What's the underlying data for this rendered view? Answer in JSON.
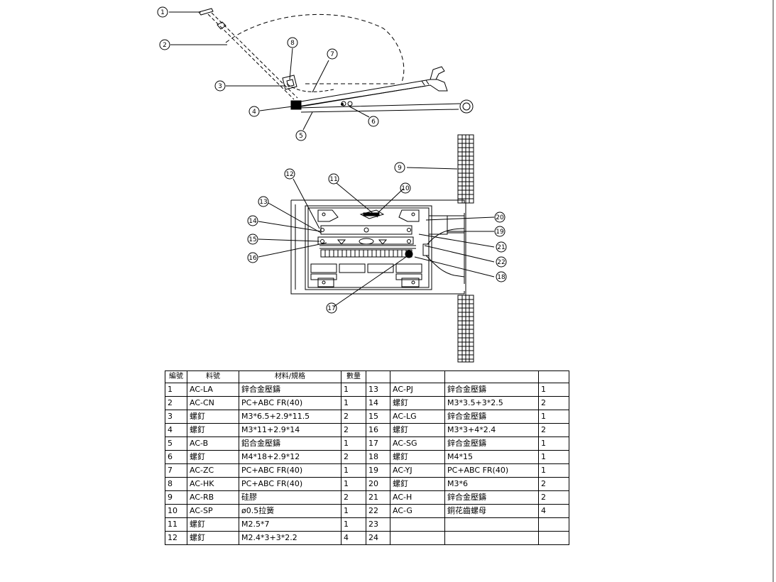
{
  "callouts": [
    "1",
    "2",
    "3",
    "4",
    "5",
    "6",
    "7",
    "8",
    "9",
    "10",
    "11",
    "12",
    "13",
    "14",
    "15",
    "16",
    "17",
    "18",
    "19",
    "20",
    "21",
    "22"
  ],
  "parts_table": {
    "headers": [
      "編號",
      "料號",
      "材料/規格",
      "數量",
      "",
      "",
      "",
      ""
    ],
    "rows_left": [
      {
        "no": "1",
        "code": "AC-LA",
        "spec": "鋅合金壓鑄",
        "qty": "1"
      },
      {
        "no": "2",
        "code": "AC-CN",
        "spec": "PC+ABC   FR(40)",
        "qty": "1"
      },
      {
        "no": "3",
        "code": "螺釘",
        "spec": "M3*6.5+2.9*11.5",
        "qty": "2"
      },
      {
        "no": "4",
        "code": "螺釘",
        "spec": "M3*11+2.9*14",
        "qty": "2"
      },
      {
        "no": "5",
        "code": "AC-B",
        "spec": "鋁合金壓鑄",
        "qty": "1"
      },
      {
        "no": "6",
        "code": "螺釘",
        "spec": "M4*18+2.9*12",
        "qty": "2"
      },
      {
        "no": "7",
        "code": "AC-ZC",
        "spec": "PC+ABC   FR(40)",
        "qty": "1"
      },
      {
        "no": "8",
        "code": "AC-HK",
        "spec": "PC+ABC   FR(40)",
        "qty": "1"
      },
      {
        "no": "9",
        "code": "AC-RB",
        "spec": "硅膠",
        "qty": "2"
      },
      {
        "no": "10",
        "code": "AC-SP",
        "spec": "ø0.5拉簧",
        "qty": "1"
      },
      {
        "no": "11",
        "code": "螺釘",
        "spec": "M2.5*7",
        "qty": "1"
      },
      {
        "no": "12",
        "code": "螺釘",
        "spec": "M2.4*3+3*2.2",
        "qty": "4"
      }
    ],
    "rows_right": [
      {
        "no": "13",
        "code": "AC-PJ",
        "spec": "鋅合金壓鑄",
        "qty": "1"
      },
      {
        "no": "14",
        "code": "螺釘",
        "spec": "M3*3.5+3*2.5",
        "qty": "2"
      },
      {
        "no": "15",
        "code": "AC-LG",
        "spec": "鋅合金壓鑄",
        "qty": "1"
      },
      {
        "no": "16",
        "code": "螺釘",
        "spec": "M3*3+4*2.4",
        "qty": "2"
      },
      {
        "no": "17",
        "code": "AC-SG",
        "spec": "鋅合金壓鑄",
        "qty": "1"
      },
      {
        "no": "18",
        "code": "螺釘",
        "spec": "M4*15",
        "qty": "1"
      },
      {
        "no": "19",
        "code": "AC-YJ",
        "spec": "PC+ABC   FR(40)",
        "qty": "1"
      },
      {
        "no": "20",
        "code": "螺釘",
        "spec": "M3*6",
        "qty": "2"
      },
      {
        "no": "21",
        "code": "AC-H",
        "spec": "鋅合金壓鑄",
        "qty": "2"
      },
      {
        "no": "22",
        "code": "AC-G",
        "spec": "銅花齒螺母",
        "qty": "4"
      },
      {
        "no": "23",
        "code": "",
        "spec": "",
        "qty": ""
      },
      {
        "no": "24",
        "code": "",
        "spec": "",
        "qty": ""
      }
    ]
  }
}
